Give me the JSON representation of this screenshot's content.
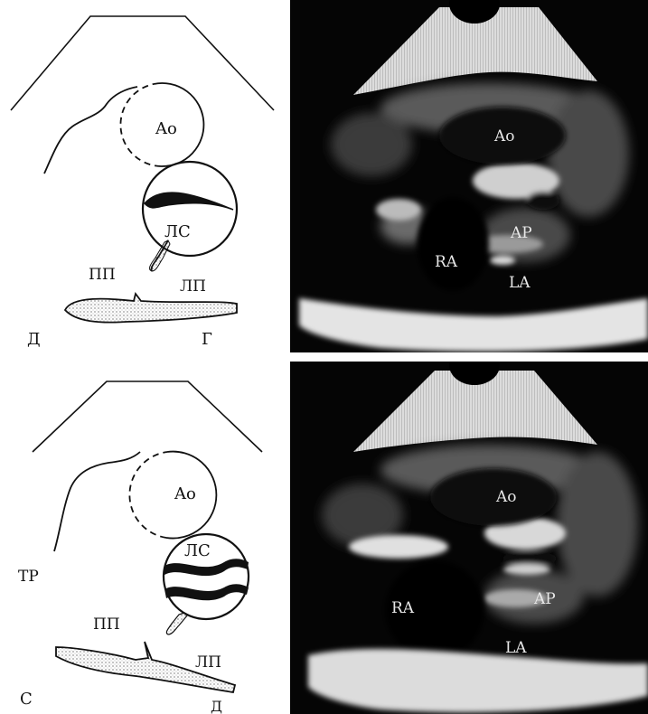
{
  "figures": [
    {
      "sketch": {
        "ao": "Ao",
        "ls": "ЛС",
        "pp": "ПП",
        "lp": "ЛП",
        "corner_left": "Д",
        "corner_right": "Г",
        "side": ""
      },
      "echo": {
        "ao": "Ao",
        "ap": "AP",
        "ra": "RA",
        "la": "LA"
      }
    },
    {
      "sketch": {
        "ao": "Ao",
        "ls": "ЛС",
        "pp": "ПП",
        "lp": "ЛП",
        "corner_left": "С",
        "corner_right": "Д",
        "side": "ТР"
      },
      "echo": {
        "ao": "Ao",
        "ap": "AP",
        "ra": "RA",
        "la": "LA"
      }
    }
  ]
}
